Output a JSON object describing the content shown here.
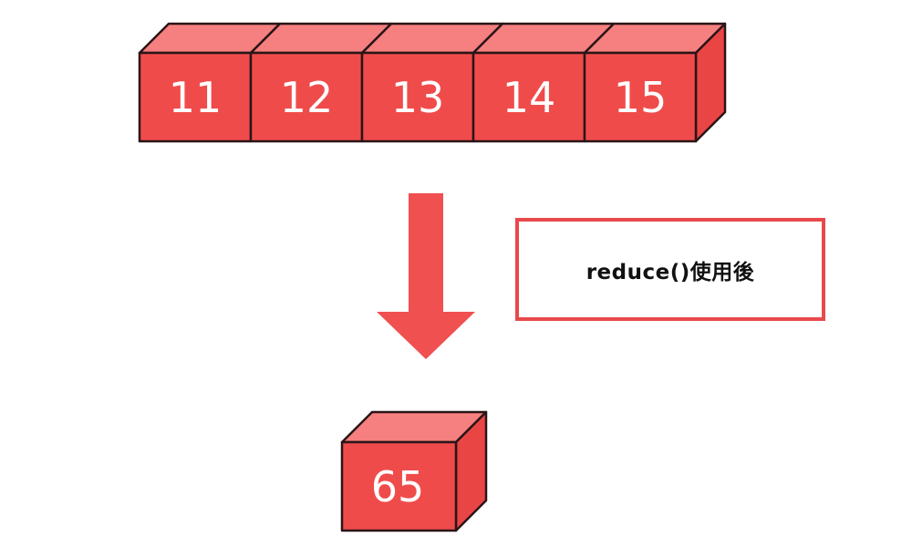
{
  "array": {
    "values": [
      "11",
      "12",
      "13",
      "14",
      "15"
    ]
  },
  "label": {
    "text": "reduce()使用後"
  },
  "result": {
    "value": "65"
  },
  "colors": {
    "box_front": "#f04b4b",
    "box_top": "#f67f7f",
    "box_side": "#ea4545",
    "outline": "#2a1517",
    "arrow": "#f05050",
    "label_border": "#e8494c",
    "number_text": "#ffffff",
    "label_text": "#111111",
    "background": "#ffffff"
  }
}
